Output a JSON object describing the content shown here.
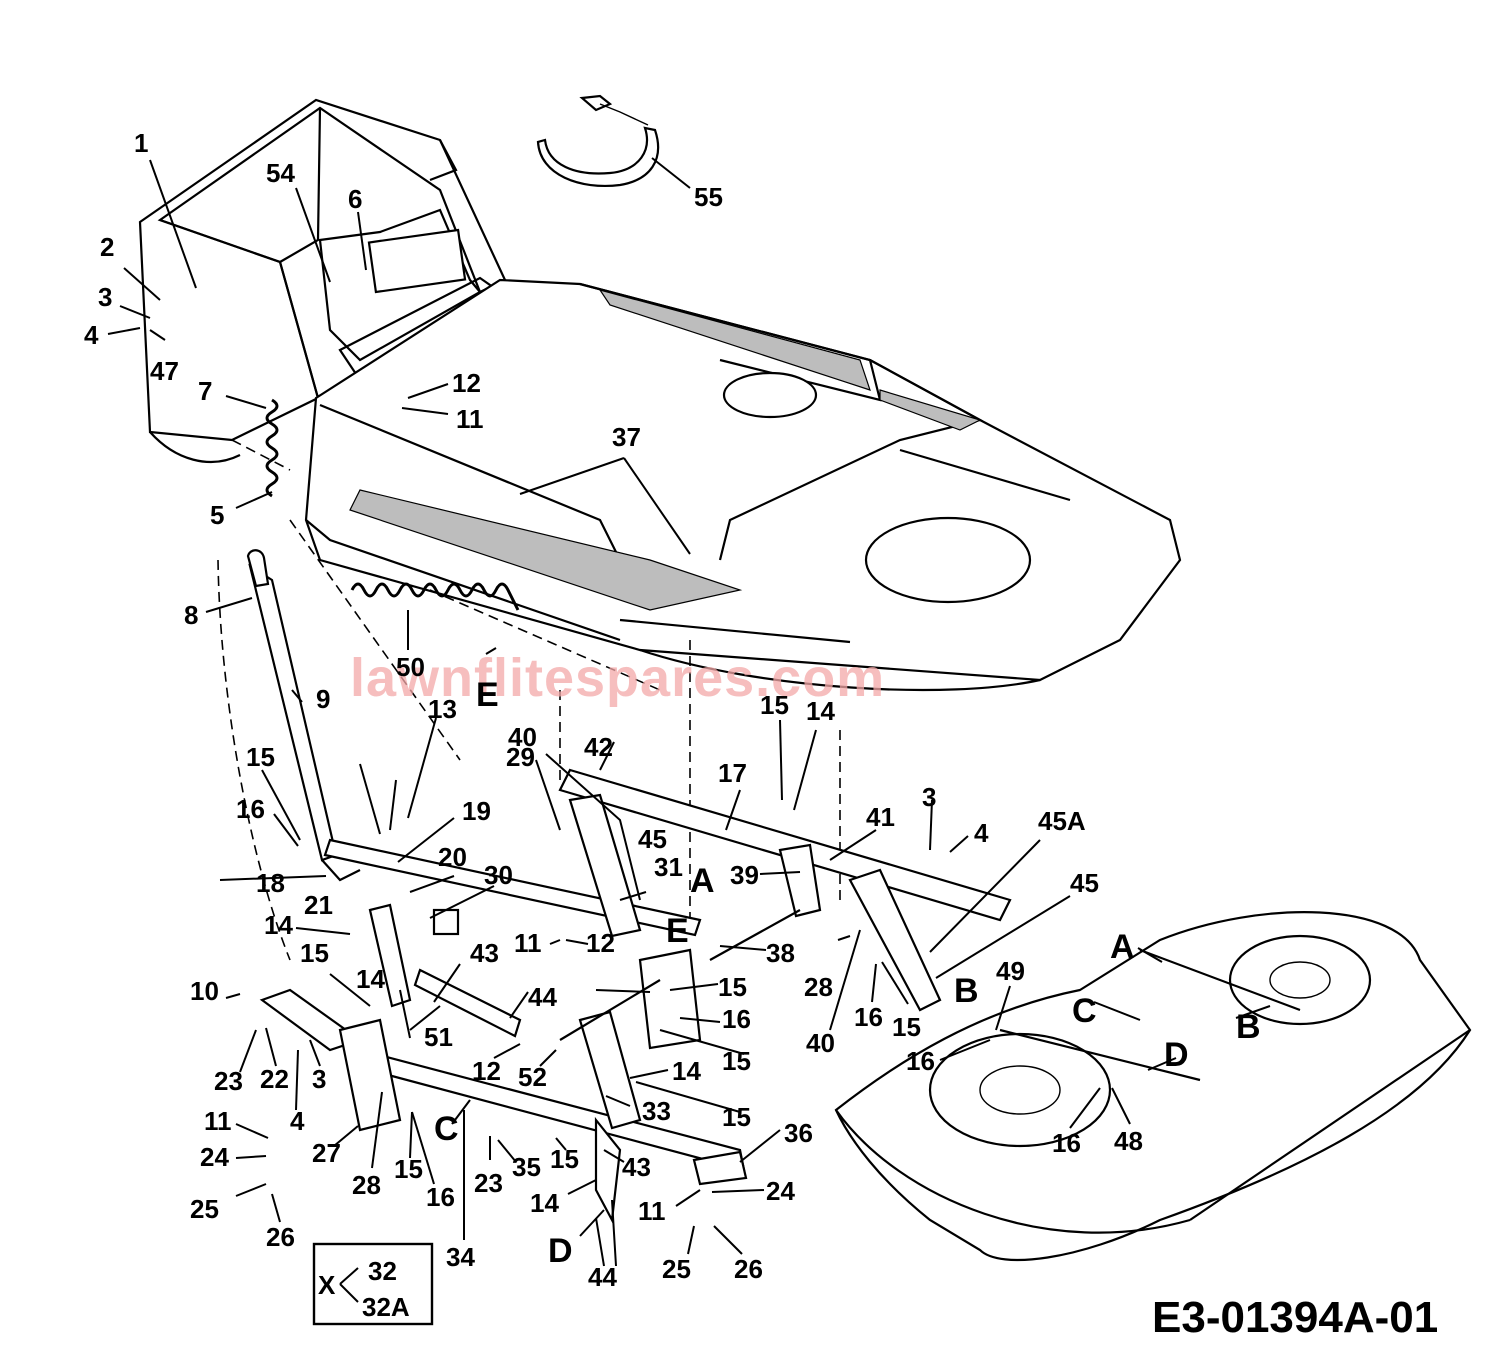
{
  "drawing_code": "E3-01394A-01",
  "watermark": "lawnflitespares.com",
  "legend_box": {
    "symbol": "X",
    "options": [
      "32",
      "32A"
    ]
  },
  "callouts": [
    "1",
    "2",
    "3",
    "4",
    "47",
    "54",
    "6",
    "55",
    "7",
    "12",
    "11",
    "5",
    "37",
    "8",
    "50",
    "E",
    "9",
    "13",
    "15",
    "14",
    "42",
    "40",
    "17",
    "15",
    "16",
    "19",
    "29",
    "45",
    "41",
    "3",
    "4",
    "45A",
    "18",
    "20",
    "31",
    "A",
    "39",
    "30",
    "21",
    "14",
    "43",
    "11",
    "12",
    "E",
    "38",
    "45",
    "28",
    "15",
    "14",
    "44",
    "15",
    "16",
    "15",
    "51",
    "12",
    "52",
    "14",
    "15",
    "33",
    "10",
    "23",
    "22",
    "3",
    "4",
    "11",
    "24",
    "27",
    "C",
    "28",
    "15",
    "16",
    "23",
    "35",
    "15",
    "43",
    "36",
    "14",
    "11",
    "24",
    "D",
    "44",
    "25",
    "26",
    "25",
    "26",
    "34",
    "40",
    "16",
    "15",
    "B",
    "49",
    "A",
    "C",
    "D",
    "B",
    "16",
    "16",
    "48"
  ]
}
